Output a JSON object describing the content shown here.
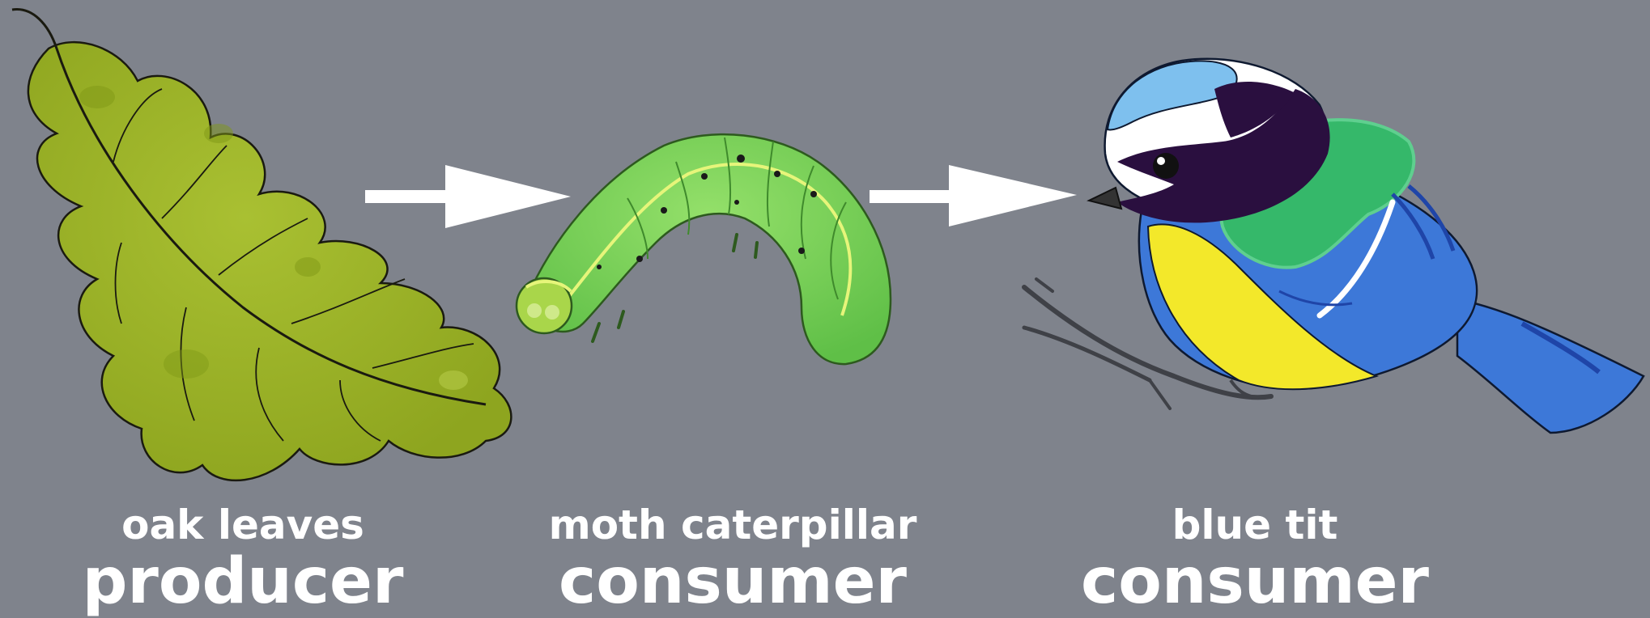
{
  "food_chain": [
    {
      "organism": "oak leaves",
      "role": "producer",
      "icon": "oak-leaf-icon"
    },
    {
      "organism": "moth caterpillar",
      "role": "consumer",
      "icon": "caterpillar-icon"
    },
    {
      "organism": "blue tit",
      "role": "consumer",
      "icon": "blue-tit-bird-icon"
    }
  ],
  "colors": {
    "background": "#7f838c",
    "arrow": "#ffffff",
    "text": "#ffffff",
    "leaf": "#9bb22a",
    "caterpillar": "#7dd35a",
    "bird_blue": "#3d78d8",
    "bird_yellow": "#f3e82a"
  }
}
